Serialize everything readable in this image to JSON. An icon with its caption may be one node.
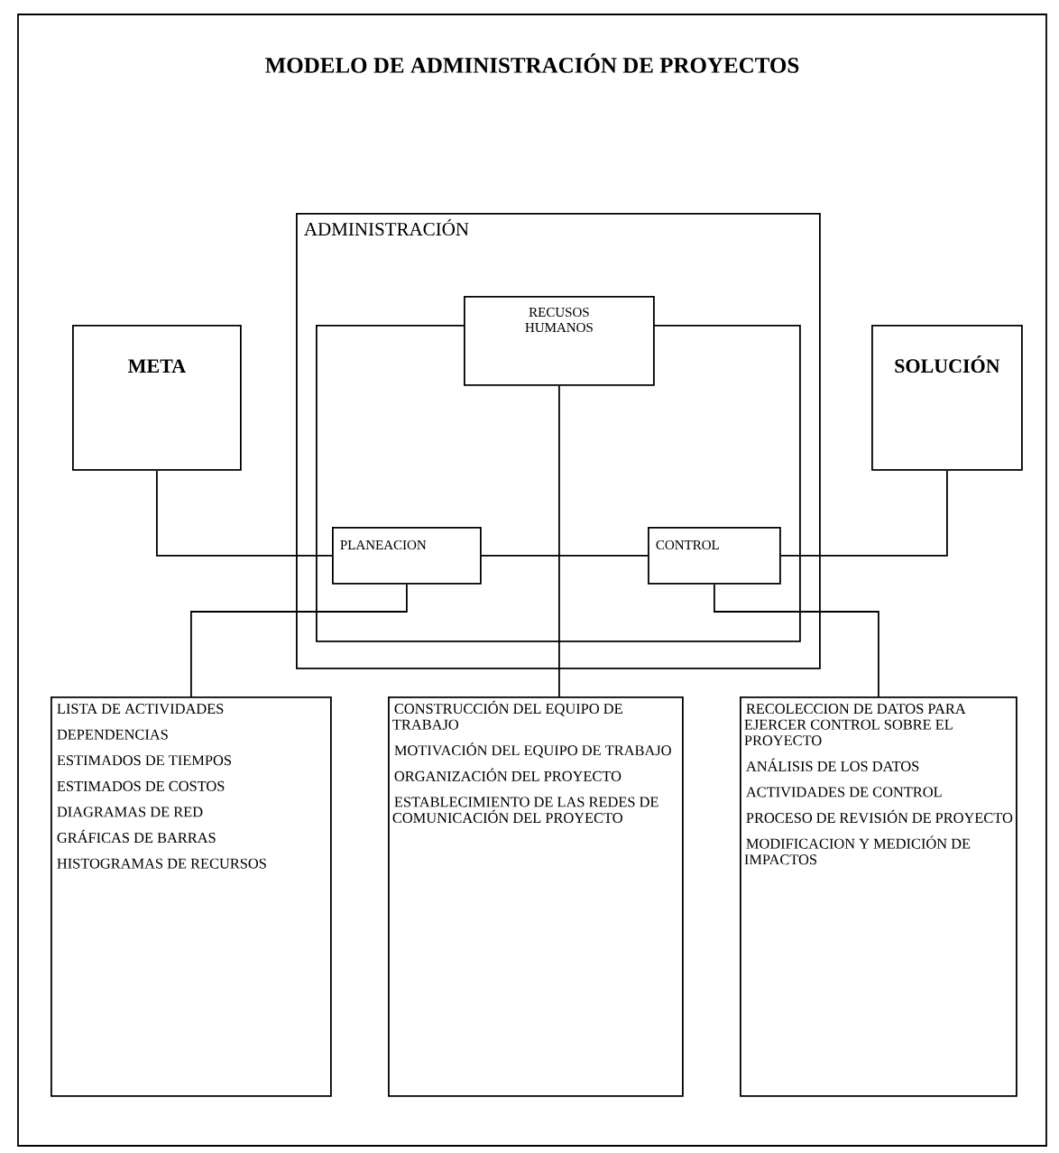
{
  "diagram": {
    "title": "MODELO DE ADMINISTRACIÓN DE PROYECTOS",
    "nodes": [
      {
        "text": [
          "ADMINISTRACIÓN"
        ]
      },
      {
        "text": [],
        "shape": "box",
        "in": 0
      },
      {
        "text": [
          "RECUSOS HUMANOS"
        ],
        "in": 0
      },
      {
        "text": [
          "META"
        ]
      },
      {
        "text": [
          "SOLUCIÓN"
        ]
      },
      {
        "text": [
          "PLANEACION"
        ],
        "in": 1
      },
      {
        "text": [
          "CONTROL"
        ],
        "in": 1
      },
      {
        "text": [
          "LISTA DE ACTIVIDADES",
          "DEPENDENCIAS",
          "ESTIMADOS DE TIEMPOS",
          "ESTIMADOS DE COSTOS",
          "DIAGRAMAS DE RED",
          "GRÁFICAS DE BARRAS",
          "HISTOGRAMAS DE RECURSOS"
        ]
      },
      {
        "text": [
          "CONSTRUCCIÓN DEL EQUIPO DE TRABAJO",
          "MOTIVACIÓN DEL EQUIPO DE TRABAJO",
          "ORGANIZACIÓN DEL PROYECTO",
          "ESTABLECIMIENTO DE LAS REDES DE COMUNICACIÓN DEL PROYECTO"
        ]
      },
      {
        "text": [
          "RECOLECCION DE DATOS PARA EJERCER CONTROL SOBRE EL PROYECTO",
          "ANÁLISIS DE LOS DATOS",
          "ACTIVIDADES DE CONTROL",
          "PROCESO DE REVISIÓN DE PROYECTO",
          "MODIFICACION Y MEDICIÓN DE IMPACTOS"
        ]
      }
    ],
    "edges": [
      {
        "from": 3,
        "to": 5,
        "arrow": "none"
      },
      {
        "from": 5,
        "to": 6,
        "arrow": "none"
      },
      {
        "from": 6,
        "to": 4,
        "arrow": "none"
      },
      {
        "from": 5,
        "to": 7,
        "arrow": "none"
      },
      {
        "from": 2,
        "to": 8,
        "arrow": "none"
      },
      {
        "from": 6,
        "to": 9,
        "arrow": "none"
      }
    ]
  }
}
